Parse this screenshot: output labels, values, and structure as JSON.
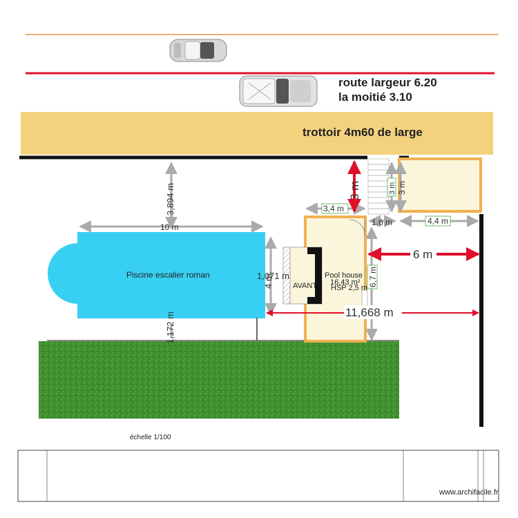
{
  "road": {
    "width_label": "route largeur 6.20",
    "half_label": "la moitié 3.10"
  },
  "sidewalk": {
    "label": "trottoir 4m60 de large"
  },
  "pool": {
    "label": "Piscine escalier roman"
  },
  "pool_house": {
    "name": "Pool house",
    "area": "16,43 m²",
    "hsp": "HSP 2,5 m"
  },
  "avant": {
    "label": "AVANT"
  },
  "dimensions": {
    "d_3894": "3,894 m",
    "d_10": "10 m",
    "d_1071": "1,071 m",
    "d_4": "4 m",
    "d_1172": "1,172 m",
    "d_34": "3,4 m",
    "d_3_red": "3 m",
    "d_3_small_a": "3 m",
    "d_3_small_b": "3 m",
    "d_16": "1,6 m",
    "d_44": "4,4 m",
    "d_6": "6 m",
    "d_67": "6,7 m",
    "d_11668": "11,668 m"
  },
  "scale": {
    "label": "échelle 1/100"
  },
  "watermark": {
    "label": "www.archifacile.fr"
  },
  "colors": {
    "sidewalk": "#f3d27e",
    "pool": "#38d0f2",
    "lawn": "#3f8f2f",
    "red_line": "#e0102b",
    "orange_line": "#f0b070",
    "wall_orange": "#f0b050",
    "room_fill": "#fbf5dc",
    "dim_arrow": "#aaaaaa"
  }
}
